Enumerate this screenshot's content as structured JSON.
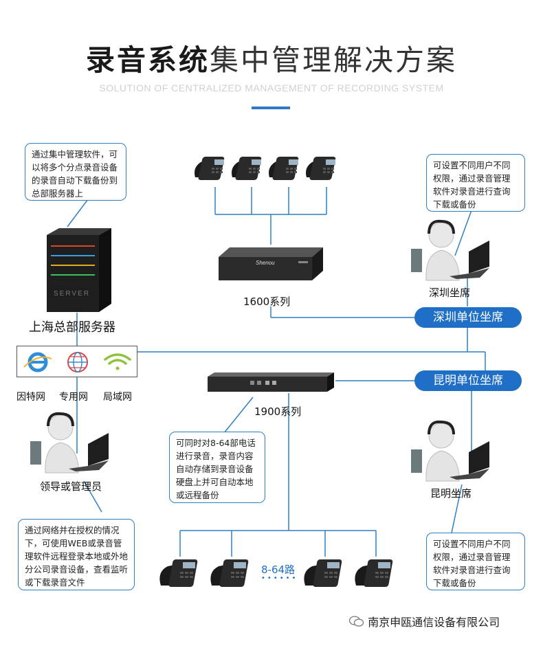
{
  "header": {
    "title_bold": "录音系统",
    "title_light": "集中管理解决方案",
    "subtitle": "SOLUTION OF CENTRALIZED MANAGEMENT OF RECORDING SYSTEM"
  },
  "callouts": {
    "top_left": "通过集中管理软件，可以将多个分点录音设备的录音自动下载备份到总部服务器上",
    "top_right": "可设置不同用户不同权限，通过录音管理软件对录音进行查询下载或备份",
    "middle": "可同时对8-64部电话进行录音，录音内容自动存储到录音设备硬盘上并可自动本地或远程备份",
    "bottom_left": "通过网络并在授权的情况下，可使用WEB或录音管理软件远程登录本地或外地分公司录音设备，查看监听或下载录音文件",
    "bottom_right": "可设置不同用户不同权限，通过录音管理软件对录音进行查询下载或备份"
  },
  "labels": {
    "server": "上海总部服务器",
    "device_1600": "1600系列",
    "device_1900": "1900系列",
    "seat_shenzhen": "深圳坐席",
    "seat_kunming": "昆明坐席",
    "leader": "领导或管理员",
    "lines": "8-64路",
    "dots": "••••••"
  },
  "pills": {
    "shenzhen": "深圳单位坐席",
    "kunming": "昆明单位坐席"
  },
  "networks": [
    "因特网",
    "专用网",
    "局域网"
  ],
  "device_brand": "Shenou",
  "server_text": "SERVER",
  "footer": {
    "company": "南京申瓯通信设备有限公司"
  },
  "colors": {
    "accent": "#1f6fc6",
    "line": "#2d7fc4"
  }
}
